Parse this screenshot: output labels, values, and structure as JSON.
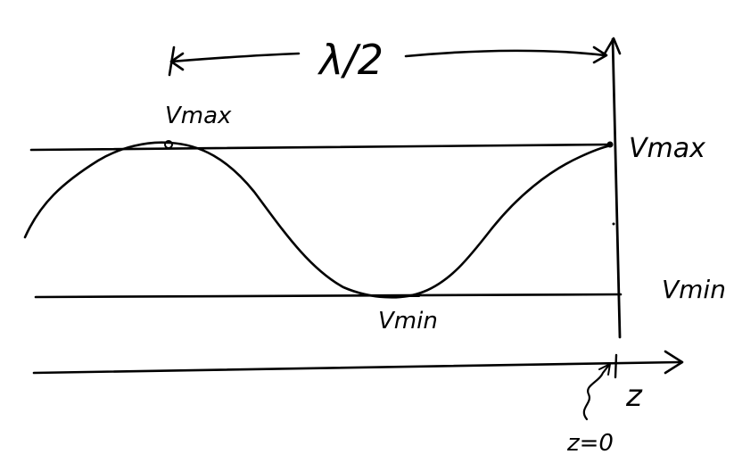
{
  "colors": {
    "ink": "#000000",
    "paper": "#ffffff"
  },
  "labels": {
    "half_wavelength": "λ/2",
    "vmax_peak": "Vmax",
    "vmax_right": "Vmax",
    "vmin_right": "Vmin",
    "vmin_trough": "Vmin",
    "z_axis": "z",
    "z_zero": "z=0"
  }
}
